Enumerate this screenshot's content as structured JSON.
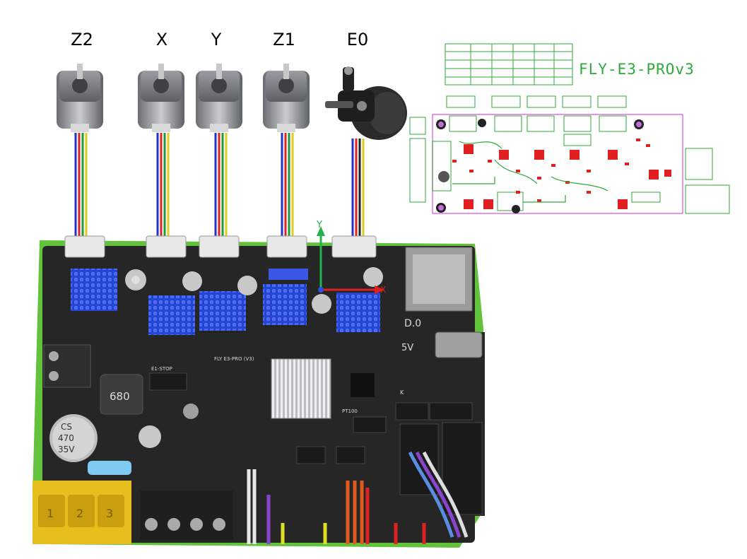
{
  "motors": [
    {
      "id": "z2",
      "label": "Z2"
    },
    {
      "id": "x",
      "label": "X"
    },
    {
      "id": "y",
      "label": "Y"
    },
    {
      "id": "z1",
      "label": "Z1"
    },
    {
      "id": "e0",
      "label": "E0"
    }
  ],
  "pcb_layout": {
    "title": "FLY-E3-PROv3"
  },
  "board": {
    "silkscreen": {
      "inductor": "680",
      "cap_lines": [
        "CS",
        "470",
        "35V"
      ],
      "d0": "D.0",
      "five_v": "5V",
      "board_name": "FLY E3-PRO (V3)",
      "endstop": "E1-STOP",
      "pt100": "PT100",
      "axis_x": "X",
      "axis_y": "Y",
      "k": "K",
      "terminal_numbers": [
        "1",
        "2",
        "3"
      ]
    }
  },
  "colors": {
    "pcb_green": "#2eaa3a",
    "board_black": "#262626",
    "heatsink_blue": "#2f4fe0",
    "pcb_red": "#e02020",
    "pcb_pink": "#e070e0",
    "fuse_blue": "#78c8f0",
    "terminal_yellow": "#e8c020"
  }
}
